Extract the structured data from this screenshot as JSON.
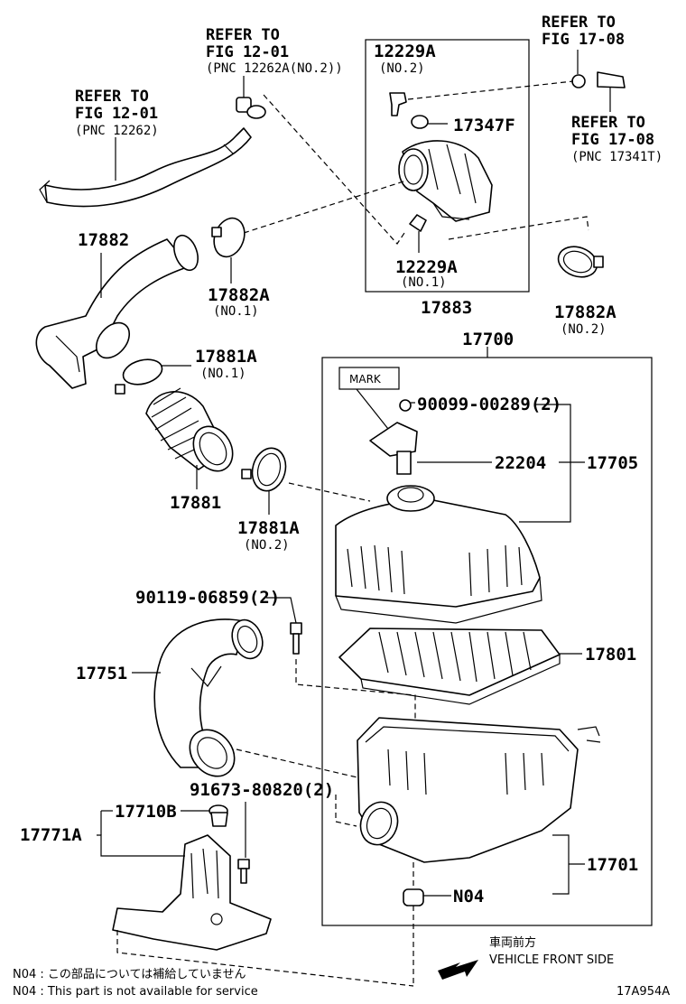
{
  "refs": {
    "ref_12_01_top": {
      "line1": "REFER TO",
      "line2": "FIG 12-01",
      "line3": "(PNC 12262A(NO.2))"
    },
    "ref_12_01_left": {
      "line1": "REFER TO",
      "line2": "FIG 12-01",
      "line3": "(PNC 12262)"
    },
    "ref_17_08_top": {
      "line1": "REFER TO",
      "line2": "FIG 17-08"
    },
    "ref_17_08_right": {
      "line1": "REFER TO",
      "line2": "FIG 17-08",
      "line3": "(PNC 17341T)"
    }
  },
  "labels": {
    "p12229A_no2": {
      "code": "12229A",
      "sub": "(NO.2)"
    },
    "p17347F": "17347F",
    "p12229A_no1": {
      "code": "12229A",
      "sub": "(NO.1)"
    },
    "p17883": "17883",
    "p17882": "17882",
    "p17882A_no1": {
      "code": "17882A",
      "sub": "(NO.1)"
    },
    "p17882A_no2": {
      "code": "17882A",
      "sub": "(NO.2)"
    },
    "p17881A_no1": {
      "code": "17881A",
      "sub": "(NO.1)"
    },
    "p17881": "17881",
    "p17881A_no2": {
      "code": "17881A",
      "sub": "(NO.2)"
    },
    "p17700": "17700",
    "mark": "MARK",
    "p90099": "90099-00289(2)",
    "p22204": "22204",
    "p17705": "17705",
    "p90119": "90119-06859(2)",
    "p17751": "17751",
    "p17801": "17801",
    "p91673": "91673-80820(2)",
    "p17710B": "17710B",
    "p17771A": "17771A",
    "p17701": "17701",
    "pN04": "N04"
  },
  "direction": {
    "jp": "車両前方",
    "en": "VEHICLE FRONT SIDE"
  },
  "notes": {
    "jp": "N04 : この部品については補給していません",
    "en": "N04 : This part is not available for service"
  },
  "figure_id": "17A954A"
}
